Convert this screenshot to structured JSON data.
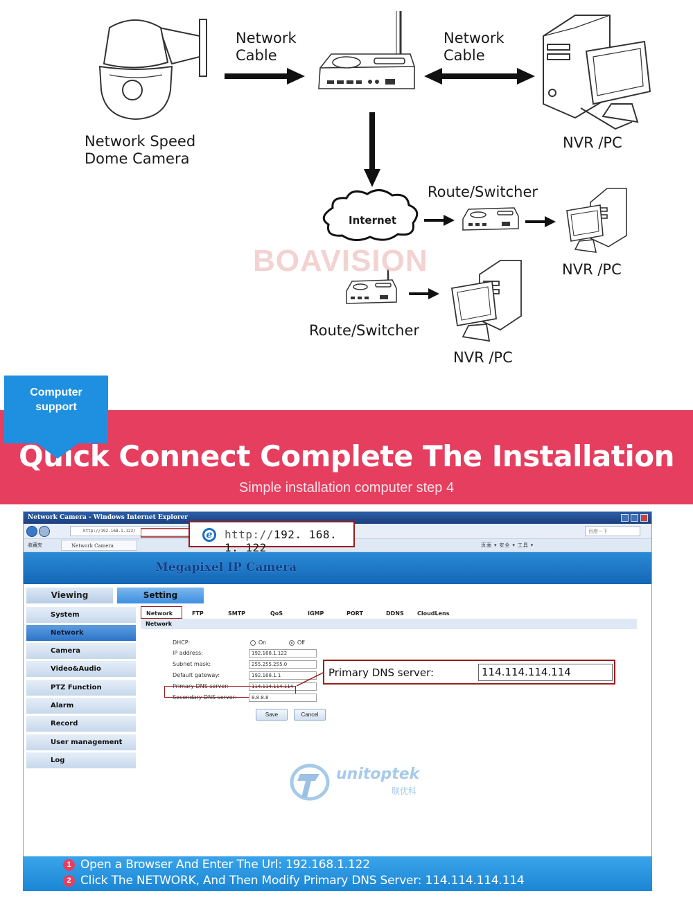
{
  "diagram": {
    "camera_label_line1": "Network Speed",
    "camera_label_line2": "Dome Camera",
    "cable_left_line1": "Network",
    "cable_left_line2": "Cable",
    "cable_right_line1": "Network",
    "cable_right_line2": "Cable",
    "nvr_pc_top": "NVR /PC",
    "internet_label": "Internet",
    "route_switcher_top": "Route/Switcher",
    "nvr_pc_mid": "NVR /PC",
    "route_switcher_bottom": "Route/Switcher",
    "nvr_pc_bottom": "NVR /PC",
    "watermark": "BOAVISION"
  },
  "banner": {
    "tag_line1": "Computer",
    "tag_line2": "support",
    "title": "Quick Connect Complete The Installation",
    "subtitle": "Simple installation computer step 4",
    "colors": {
      "banner": "#e53e5f",
      "tag": "#1f8fe0"
    }
  },
  "browser": {
    "window_title": "Network Camera - Windows Internet Explorer",
    "address_small": "http://192.168.1.122/",
    "address_url": "192. 168. 1. 122",
    "address_protocol": "http://",
    "favorites_label": "收藏夹",
    "tab_title": "Network Camera",
    "search_placeholder": "百度一下",
    "toolbar_text": "页面 ▾  安全 ▾  工具 ▾"
  },
  "camera_ui": {
    "brand": "Megapixel IP Camera",
    "tabs": {
      "viewing": "Viewing",
      "setting": "Setting"
    },
    "sidebar": [
      "System",
      "Network",
      "Camera",
      "Video&Audio",
      "PTZ Function",
      "Alarm",
      "Record",
      "User management",
      "Log"
    ],
    "subtabs": {
      "network": "Network",
      "ftp": "FTP",
      "smtp": "SMTP",
      "qos": "QoS",
      "igmp": "IGMP",
      "port": "PORT",
      "ddns": "DDNS",
      "cloudlens": "CloudLens"
    },
    "section_title": "Network",
    "form": {
      "dhcp_label": "DHCP:",
      "dhcp_on": "On",
      "dhcp_off": "Off",
      "ip_label": "IP address:",
      "ip_value": "192.168.1.122",
      "subnet_label": "Subnet mask:",
      "subnet_value": "255.255.255.0",
      "gateway_label": "Default gateway:",
      "gateway_value": "192.168.1.1",
      "dns1_label": "Primary DNS server:",
      "dns1_value": "114.114.114.114",
      "dns2_label": "Secondary DNS server:",
      "dns2_value": "8.8.8.8",
      "save": "Save",
      "cancel": "Cancel"
    },
    "watermark_logo": "unitoptek",
    "watermark_logo_cn": "联优科"
  },
  "dns_callout": {
    "label": "Primary DNS server:",
    "value": "114.114.114.114"
  },
  "instructions": {
    "step1_num": "1",
    "step1": "Open a Browser And Enter The Url: 192.168.1.122",
    "step2_num": "2",
    "step2": "Click The NETWORK, And Then Modify Primary DNS Server: 114.114.114.114"
  }
}
